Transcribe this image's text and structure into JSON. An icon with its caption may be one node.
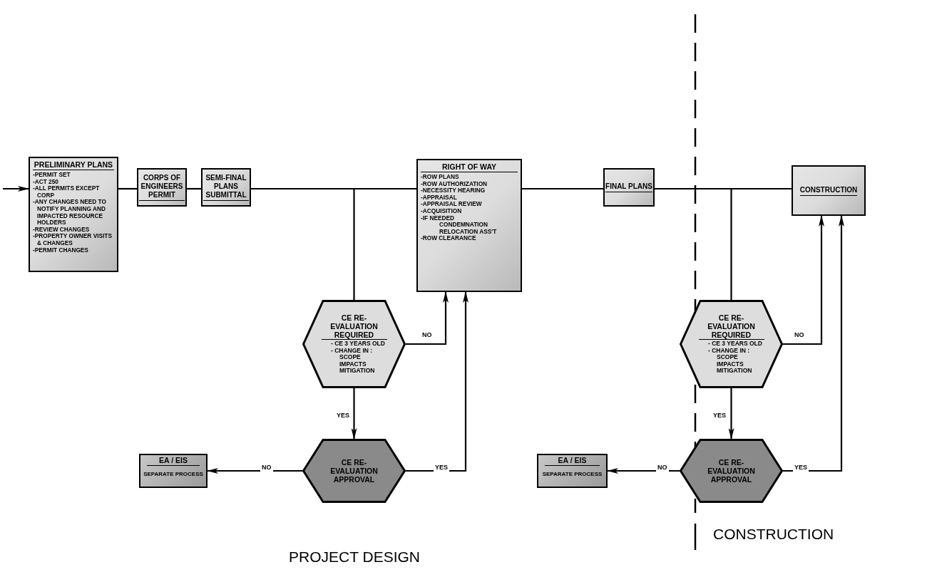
{
  "diagram": {
    "nodes": [
      {
        "text": [
          "PRELIMINARY PLANS",
          "-PERMIT SET",
          "-ACT 250",
          "-ALL PERMITS EXCEPT CORP",
          "-ANY CHANGES NEED TO NOTIFY PLANNING AND IMPACTED RESOURCE HOLDERS",
          "-REVIEW CHANGES",
          "-PROPERTY OWNER VISITS & CHANGES",
          "-PERMIT CHANGES"
        ]
      },
      {
        "text": [
          "CORPS OF ENGINEERS PERMIT"
        ]
      },
      {
        "text": [
          "SEMI-FINAL PLANS SUBMITTAL"
        ]
      },
      {
        "text": [
          "RIGHT OF WAY",
          "-ROW PLANS",
          "-ROW AUTHORIZATION",
          "-NECESSITY HEARING",
          "-APPRAISAL",
          "-APPRAISAL REVIEW",
          "-ACQUISITION",
          "-IF NEEDED",
          "CONDEMNATION",
          "RELOCATION ASS'T",
          "-ROW CLEARANCE"
        ]
      },
      {
        "text": [
          "FINAL PLANS"
        ]
      },
      {
        "text": [
          "CONSTRUCTION"
        ]
      },
      {
        "text": [
          "CE RE-EVALUATION REQUIRED",
          "- CE 3 YEARS OLD",
          "- CHANGE IN :",
          "SCOPE",
          "IMPACTS",
          "MITIGATION"
        ]
      },
      {
        "text": [
          "CE RE-EVALUATION APPROVAL"
        ]
      },
      {
        "text": [
          "EA / EIS",
          "SEPARATE PROCESS"
        ]
      },
      {
        "text": [
          "CE RE-EVALUATION REQUIRED",
          "- CE 3 YEARS OLD",
          "- CHANGE IN :",
          "SCOPE",
          "IMPACTS",
          "MITIGATION"
        ]
      },
      {
        "text": [
          "CE RE-EVALUATION APPROVAL"
        ]
      },
      {
        "text": [
          "EA / EIS",
          "SEPARATE PROCESS"
        ]
      }
    ],
    "edges": [
      {
        "from": null,
        "to": 0,
        "arrow": "to"
      },
      {
        "from": 0,
        "to": 1,
        "arrow": "none"
      },
      {
        "from": 1,
        "to": 2,
        "arrow": "none"
      },
      {
        "from": 2,
        "to": 3,
        "arrow": "none"
      },
      {
        "from": 3,
        "to": 4,
        "arrow": "none"
      },
      {
        "from": 4,
        "to": 5,
        "arrow": "none"
      },
      {
        "from": 2,
        "to": 6,
        "arrow": "none"
      },
      {
        "from": 6,
        "to": 3,
        "arrow": "to",
        "label": "NO"
      },
      {
        "from": 6,
        "to": 7,
        "arrow": "to",
        "label": "YES"
      },
      {
        "from": 7,
        "to": 8,
        "arrow": "to",
        "label": "NO"
      },
      {
        "from": 7,
        "to": 3,
        "arrow": "to",
        "label": "YES"
      },
      {
        "from": 4,
        "to": 9,
        "arrow": "none"
      },
      {
        "from": 9,
        "to": 5,
        "arrow": "to",
        "label": "NO"
      },
      {
        "from": 9,
        "to": 10,
        "arrow": "to",
        "label": "YES"
      },
      {
        "from": 10,
        "to": 11,
        "arrow": "to",
        "label": "NO"
      },
      {
        "from": 10,
        "to": 5,
        "arrow": "to",
        "label": "YES"
      }
    ],
    "labels": [
      "CONSTRUCTION",
      "PROJECT DESIGN"
    ]
  }
}
